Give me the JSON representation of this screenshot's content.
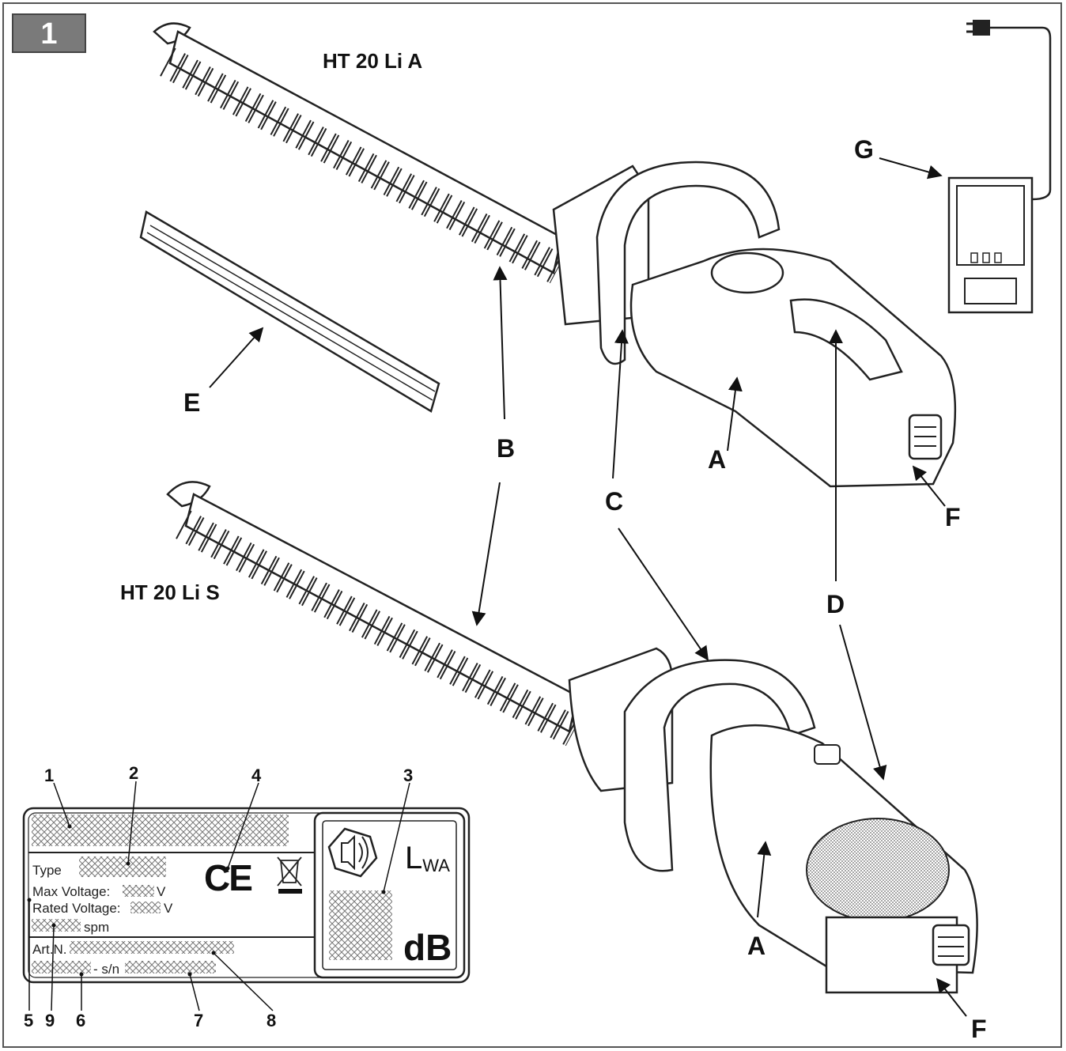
{
  "figure_number": "1",
  "models": {
    "top": "HT 20 Li A",
    "bottom": "HT 20 Li S"
  },
  "part_labels": {
    "a_top": "A",
    "a_bottom": "A",
    "b": "B",
    "c": "C",
    "d": "D",
    "e": "E",
    "f_top": "F",
    "f_bottom": "F",
    "g": "G"
  },
  "rating_plate": {
    "type_label": "Type",
    "max_voltage_label": "Max Voltage:",
    "rated_voltage_label": "Rated Voltage:",
    "voltage_unit": "V",
    "spm_label": "spm",
    "artn_label": "Art.N.",
    "sn_label": "- s/n",
    "ce_mark": "CE",
    "lwa_label": "L",
    "lwa_sub": "WA",
    "db_label": "dB"
  },
  "callout_numbers": [
    "1",
    "2",
    "3",
    "4",
    "5",
    "6",
    "7",
    "8",
    "9"
  ]
}
